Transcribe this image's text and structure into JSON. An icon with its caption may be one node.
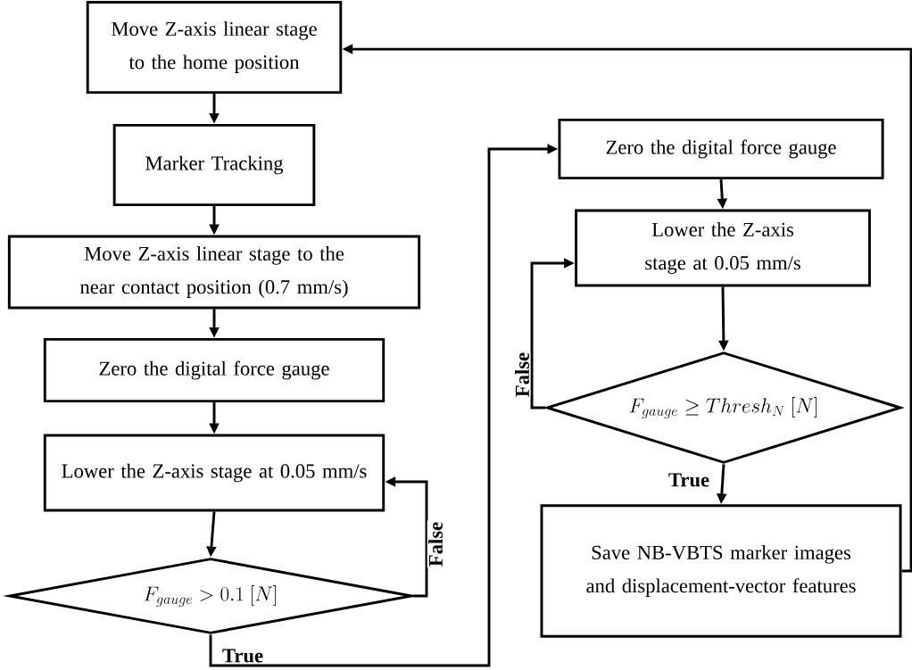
{
  "diagram": {
    "nodes": [
      {
        "text": [
          "Move Z-axis linear stage to the home position"
        ]
      },
      {
        "text": [
          "Marker Tracking"
        ]
      },
      {
        "text": [
          "Move Z-axis linear stage to the near contact position (0.7 mm/s)"
        ]
      },
      {
        "text": [
          "Zero the digital force gauge"
        ]
      },
      {
        "text": [
          "Lower the Z-axis stage at 0.05 mm/s"
        ]
      },
      {
        "text": [
          "F_{gauge} > 0.1\\ [N]"
        ]
      },
      {
        "text": [
          "Zero the digital force gauge"
        ]
      },
      {
        "text": [
          "Lower the Z-axis stage at 0.05 mm/s"
        ]
      },
      {
        "text": [
          "F_{gauge} \\geq Thresh_{N}\\ [N]"
        ]
      },
      {
        "text": [
          "Save NB-VBTS marker images and displacement-vector features"
        ]
      }
    ],
    "edges": [
      {
        "from": 0,
        "to": 1,
        "arrow": "to"
      },
      {
        "from": 1,
        "to": 2,
        "arrow": "to"
      },
      {
        "from": 2,
        "to": 3,
        "arrow": "to"
      },
      {
        "from": 3,
        "to": 4,
        "arrow": "to"
      },
      {
        "from": 4,
        "to": 5,
        "arrow": "to"
      },
      {
        "from": 5,
        "to": 4,
        "arrow": "to",
        "label": "False"
      },
      {
        "from": 5,
        "to": 6,
        "arrow": "to",
        "label": "True"
      },
      {
        "from": 6,
        "to": 7,
        "arrow": "to"
      },
      {
        "from": 7,
        "to": 8,
        "arrow": "to"
      },
      {
        "from": 8,
        "to": 7,
        "arrow": "to",
        "label": "False"
      },
      {
        "from": 8,
        "to": 9,
        "arrow": "to",
        "label": "True"
      },
      {
        "from": 9,
        "to": 0,
        "arrow": "to"
      }
    ]
  }
}
